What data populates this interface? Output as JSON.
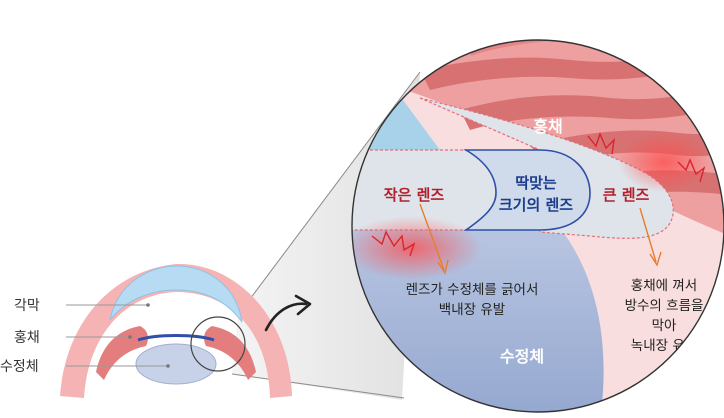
{
  "labels": {
    "cornea": "각막",
    "iris": "홍채",
    "lens": "수정체"
  },
  "zoom": {
    "iris": "홍채",
    "crystalline": "수정체",
    "small_lens": "작은 렌즈",
    "fit_lens_line1": "딱맞는",
    "fit_lens_line2": "크기의 렌즈",
    "big_lens": "큰 렌즈",
    "small_note_line1": "렌즈가 수정체를 긁어서",
    "small_note_line2": "백내장 유발",
    "big_note_line1": "홍채에 껴서",
    "big_note_line2": "방수의 흐름을",
    "big_note_line3": "막아",
    "big_note_line4": "녹내장 유발"
  },
  "colors": {
    "small_lens_text": "#b3202c",
    "fit_lens_text": "#1c3d8c",
    "big_lens_text": "#b3202c",
    "iris_pink": "#ec9a9a",
    "iris_red": "#d86c6c",
    "cornea_blue": "#b7dbf2",
    "lens_blue": "#a9b9da",
    "pointer_orange": "#e87d2d"
  }
}
